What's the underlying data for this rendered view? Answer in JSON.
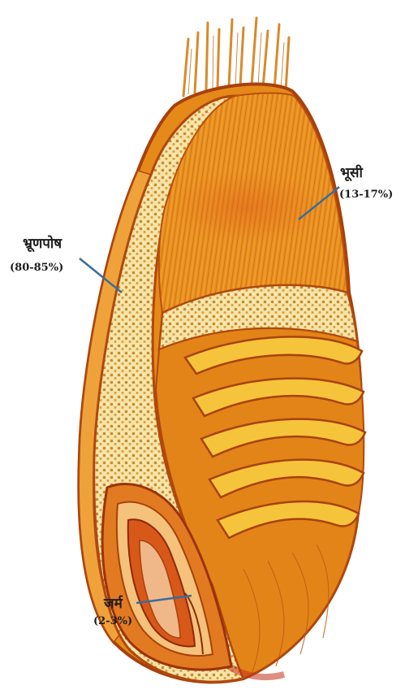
{
  "labels": {
    "bran": {
      "name": "भूसी",
      "percent": "(13-17%)"
    },
    "endosperm": {
      "name": "भ्रूणपोष",
      "percent": "(80-85%)"
    },
    "germ": {
      "name": "जर्म",
      "percent": "(2-3%)"
    }
  },
  "colors": {
    "husk": "#e8901c",
    "husk_dark": "#b8460c",
    "endosperm": "#f3dc9c",
    "endosperm_dot": "#c9841f",
    "bran_fold": "#f7c83a",
    "leader_line": "#3a6d9a"
  }
}
